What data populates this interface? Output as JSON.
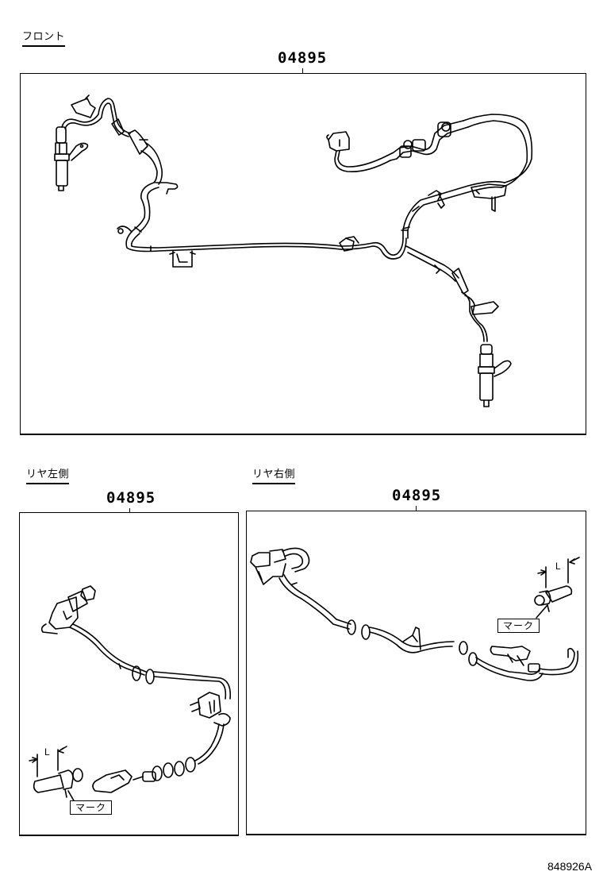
{
  "diagram": {
    "type": "parts-illustration",
    "subject": "ABS speed sensor wire harness"
  },
  "sections": [
    {
      "id": "front",
      "label": "フロント",
      "part_number": "04895"
    },
    {
      "id": "rear-left",
      "label": "リヤ左側",
      "part_number": "04895"
    },
    {
      "id": "rear-right",
      "label": "リヤ右側",
      "part_number": "04895"
    }
  ],
  "callouts": {
    "mark_label": "マーク",
    "dimension_label": "L"
  },
  "reference_code": "848926A",
  "colors": {
    "line": "#000000",
    "background": "#ffffff"
  }
}
